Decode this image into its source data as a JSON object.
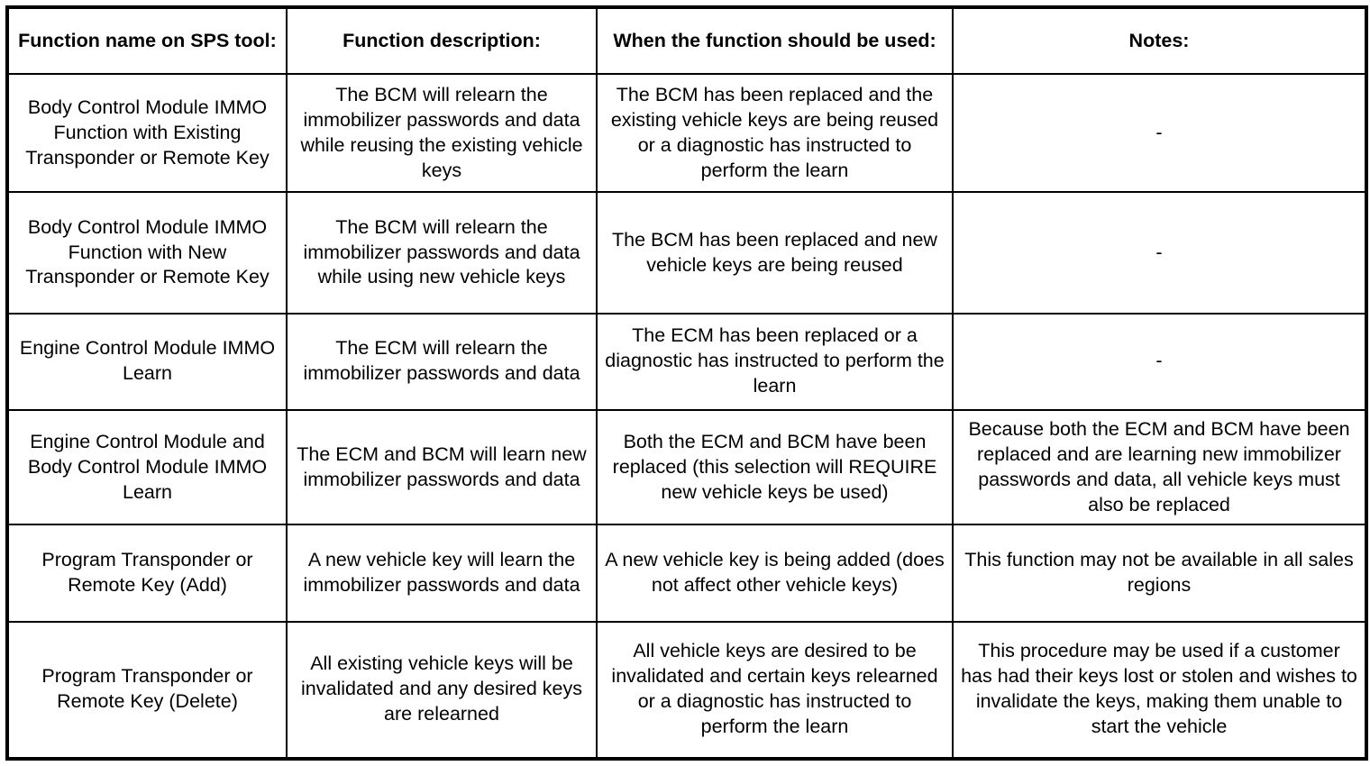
{
  "table": {
    "columns": [
      "Function name on SPS tool:",
      "Function description:",
      "When the function should be used:",
      "Notes:"
    ],
    "rows": [
      {
        "function_name": "Body Control Module IMMO Function with Existing Transponder or Remote Key",
        "function_description": "The BCM will relearn the immobilizer passwords and data while reusing the existing vehicle keys",
        "when_used": "The BCM has been replaced and the existing vehicle keys are being reused or a diagnostic has instructed to perform the learn",
        "notes": "-"
      },
      {
        "function_name": "Body Control Module IMMO Function with New Transponder or Remote Key",
        "function_description": "The BCM will relearn the immobilizer passwords and data while using new vehicle keys",
        "when_used": "The BCM has been replaced and new vehicle keys are being reused",
        "notes": "-"
      },
      {
        "function_name": "Engine Control Module IMMO Learn",
        "function_description": "The ECM will relearn the immobilizer passwords and data",
        "when_used": "The ECM has been replaced or a diagnostic has instructed to perform the learn",
        "notes": "-"
      },
      {
        "function_name": "Engine Control Module and Body Control Module IMMO Learn",
        "function_description": "The ECM and BCM will learn new immobilizer passwords and data",
        "when_used": "Both the ECM and BCM have been replaced (this selection will REQUIRE new vehicle keys be used)",
        "notes": "Because both the ECM and BCM have been replaced and are learning new immobilizer passwords and data, all vehicle keys must also be replaced"
      },
      {
        "function_name": "Program Transponder or Remote Key (Add)",
        "function_description": "A new vehicle key will learn the immobilizer passwords and data",
        "when_used": "A new vehicle key is being added (does not affect other vehicle keys)",
        "notes": "This function may not be available in all sales regions"
      },
      {
        "function_name": "Program Transponder or Remote Key (Delete)",
        "function_description": "All existing vehicle keys will be invalidated and any desired keys are relearned",
        "when_used": "All vehicle keys are desired to be invalidated and certain keys relearned or a diagnostic has instructed to perform the learn",
        "notes": "This procedure may be used if a customer has had their keys lost or stolen and wishes to invalidate the keys, making them unable to start the vehicle"
      }
    ]
  }
}
